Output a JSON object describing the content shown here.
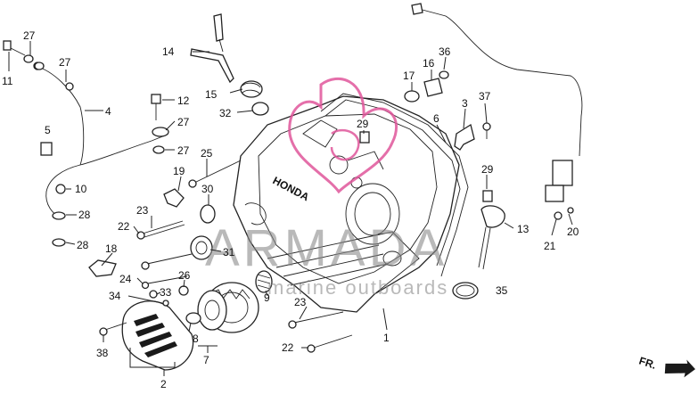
{
  "watermark": {
    "title": "ARMADA",
    "subtitle": "marine outboards",
    "color": "#9a9a9a",
    "logo_color": "#e0569b"
  },
  "cover_text": "HONDA",
  "direction_arrow": {
    "label": "FR."
  },
  "callouts": {
    "c27a": "27",
    "c11": "11",
    "c27b": "27",
    "c4": "4",
    "c14": "14",
    "c15": "15",
    "c32": "32",
    "c12": "12",
    "c27c": "27",
    "c27d": "27",
    "c5": "5",
    "c10": "10",
    "c28a": "28",
    "c28b": "28",
    "c25": "25",
    "c19": "19",
    "c30": "30",
    "c23a": "23",
    "c22a": "22",
    "c18": "18",
    "c31": "31",
    "c24": "24",
    "c26": "26",
    "c33": "33",
    "c34": "34",
    "c9": "9",
    "c38": "38",
    "c8": "8",
    "c7": "7",
    "c2": "2",
    "c23b": "23",
    "c22b": "22",
    "c1": "1",
    "c17": "17",
    "c16": "16",
    "c36": "36",
    "c29a": "29",
    "c6": "6",
    "c3": "3",
    "c37": "37",
    "c29b": "29",
    "c13": "13",
    "c35": "35",
    "c21": "21",
    "c20": "20"
  },
  "colors": {
    "line": "#222222",
    "paper": "#ffffff"
  }
}
